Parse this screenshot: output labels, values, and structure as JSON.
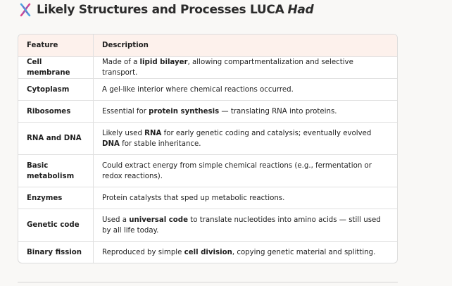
{
  "heading": {
    "icon": "dna-icon",
    "title": "Likely Structures and Processes LUCA",
    "title_emphasis": "Had"
  },
  "table": {
    "headers": [
      "Feature",
      "Description"
    ],
    "rows": [
      {
        "feature": "Cell membrane",
        "desc": [
          {
            "t": "Made of a "
          },
          {
            "t": "lipid bilayer",
            "b": true
          },
          {
            "t": ", allowing compartmentalization and selective transport."
          }
        ]
      },
      {
        "feature": "Cytoplasm",
        "desc": [
          {
            "t": "A gel-like interior where chemical reactions occurred."
          }
        ]
      },
      {
        "feature": "Ribosomes",
        "desc": [
          {
            "t": "Essential for "
          },
          {
            "t": "protein synthesis",
            "b": true
          },
          {
            "t": " — translating RNA into proteins."
          }
        ]
      },
      {
        "feature": "RNA and DNA",
        "desc": [
          {
            "t": "Likely used "
          },
          {
            "t": "RNA",
            "b": true
          },
          {
            "t": " for early genetic coding and catalysis; eventually evolved "
          },
          {
            "t": "DNA",
            "b": true
          },
          {
            "t": " for stable inheritance."
          }
        ]
      },
      {
        "feature": "Basic metabolism",
        "desc": [
          {
            "t": "Could extract energy from simple chemical reactions (e.g., fermentation or redox reactions)."
          }
        ]
      },
      {
        "feature": "Enzymes",
        "desc": [
          {
            "t": "Protein catalysts that sped up metabolic reactions."
          }
        ]
      },
      {
        "feature": "Genetic code",
        "desc": [
          {
            "t": "Used a "
          },
          {
            "t": "universal code",
            "b": true
          },
          {
            "t": " to translate nucleotides into amino acids — still used by all life today."
          }
        ]
      },
      {
        "feature": "Binary fission",
        "desc": [
          {
            "t": "Reproduced by simple "
          },
          {
            "t": "cell division",
            "b": true
          },
          {
            "t": ", copying genetic material and splitting."
          }
        ]
      }
    ]
  }
}
